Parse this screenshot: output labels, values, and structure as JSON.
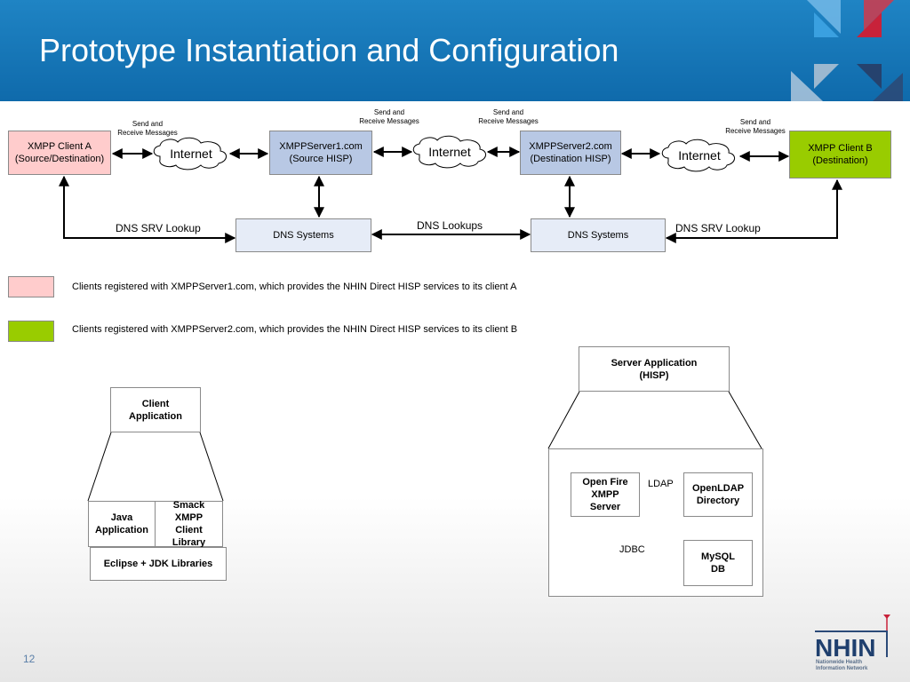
{
  "slide": {
    "title": "Prototype Instantiation and Configuration",
    "number": "12"
  },
  "colors": {
    "header": "#0f6aab",
    "client_a": "#ffcccc",
    "server": "#b8c8e4",
    "dns": "#e6ecf7",
    "client_b": "#99cc00"
  },
  "top_diagram": {
    "client_a": "XMPP Client A\n(Source/Destination)",
    "server1": "XMPPServer1.com\n(Source HISP)",
    "server2": "XMPPServer2.com\n(Destination HISP)",
    "client_b": "XMPP Client B\n(Destination)",
    "dns_left": "DNS Systems",
    "dns_right": "DNS Systems",
    "internet_1": "Internet",
    "internet_2": "Internet",
    "internet_3": "Internet",
    "send_receive_1": "Send and\nReceive Messages",
    "send_receive_2": "Send and\nReceive Messages",
    "send_receive_3": "Send and\nReceive Messages",
    "send_receive_4": "Send and\nReceive Messages",
    "dns_srv_lookup_left": "DNS SRV Lookup",
    "dns_srv_lookup_right": "DNS SRV Lookup",
    "dns_lookups": "DNS Lookups"
  },
  "legend": {
    "item_a": "Clients registered with XMPPServer1.com, which provides the NHIN Direct HISP services to its client A",
    "item_b": "Clients registered with XMPPServer2.com, which provides the NHIN Direct HISP services to its client B"
  },
  "client_stack": {
    "app": "Client\nApplication",
    "java": "Java\nApplication",
    "smack": "Smack\nXMPP\nClient\nLibrary",
    "eclipse": "Eclipse + JDK Libraries"
  },
  "server_stack": {
    "app": "Server Application\n(HISP)",
    "openfire": "Open Fire\nXMPP\nServer",
    "openldap": "OpenLDAP\nDirectory",
    "mysql": "MySQL\nDB",
    "ldap_label": "LDAP",
    "jdbc_label": "JDBC"
  },
  "logo": {
    "name": "NHIN",
    "tagline": "Nationwide Health\nInformation Network"
  }
}
